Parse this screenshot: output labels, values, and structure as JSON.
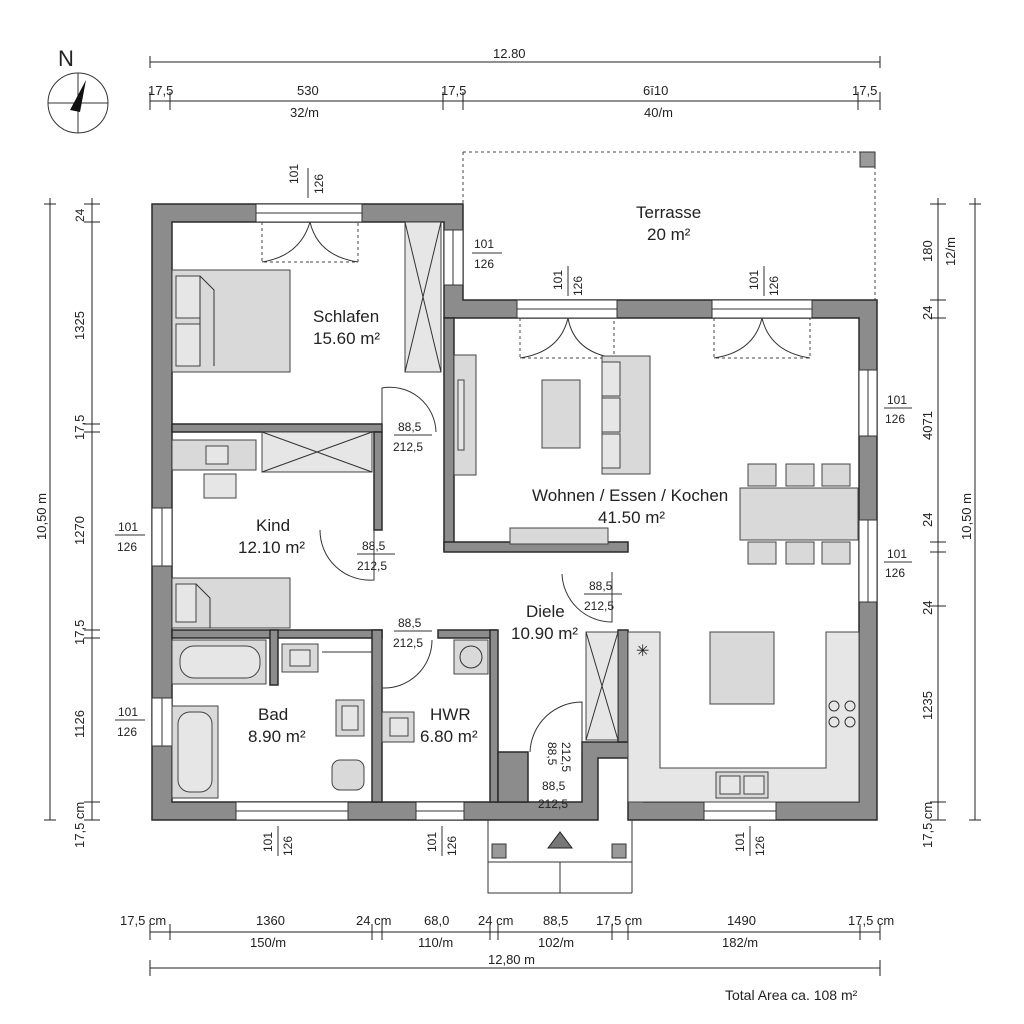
{
  "compass": {
    "label": "N"
  },
  "top_dims": {
    "overall": "12.80",
    "row1": [
      "17,5",
      "530",
      "17,5",
      "6ī10",
      "17,5"
    ],
    "row2": [
      "32/m",
      "40/m"
    ]
  },
  "bottom_dims": {
    "row1": [
      "17,5 cm",
      "1360",
      "24 cm",
      "68,0",
      "24 cm",
      "88,5",
      "17,5 cm",
      "1490",
      "17,5 cm"
    ],
    "row2": [
      "150/m",
      "110/m",
      "102/m",
      "182/m"
    ],
    "overall": "12,80 m"
  },
  "left_dims": {
    "overall": "10,50 m",
    "segments": [
      "24",
      "1325",
      "17,5",
      "1270",
      "17,5",
      "1126",
      "17,5 cm"
    ]
  },
  "right_dims": {
    "overall": "10,50 m",
    "segments": [
      "180",
      "12/m",
      "24",
      "4071",
      "24",
      "24",
      "1235",
      "17,5 cm"
    ]
  },
  "rooms": {
    "terrasse": {
      "name": "Terrasse",
      "area": "20 m²"
    },
    "schlafen": {
      "name": "Schlafen",
      "area": "15.60 m²"
    },
    "wohnen": {
      "name": "Wohnen / Essen / Kochen",
      "area": "41.50 m²"
    },
    "kind": {
      "name": "Kind",
      "area": "12.10 m²"
    },
    "diele": {
      "name": "Diele",
      "area": "10.90 m²"
    },
    "bad": {
      "name": "Bad",
      "area": "8.90 m²"
    },
    "hwr": {
      "name": "HWR",
      "area": "6.80 m²"
    }
  },
  "openings": {
    "window_top": "101",
    "window_bottom": "126",
    "door_top": "88,5",
    "door_bottom": "212,5",
    "entry_rot": "88,5",
    "entry_rot2": "212,5"
  },
  "total_area": "Total Area ca. 108 m²"
}
